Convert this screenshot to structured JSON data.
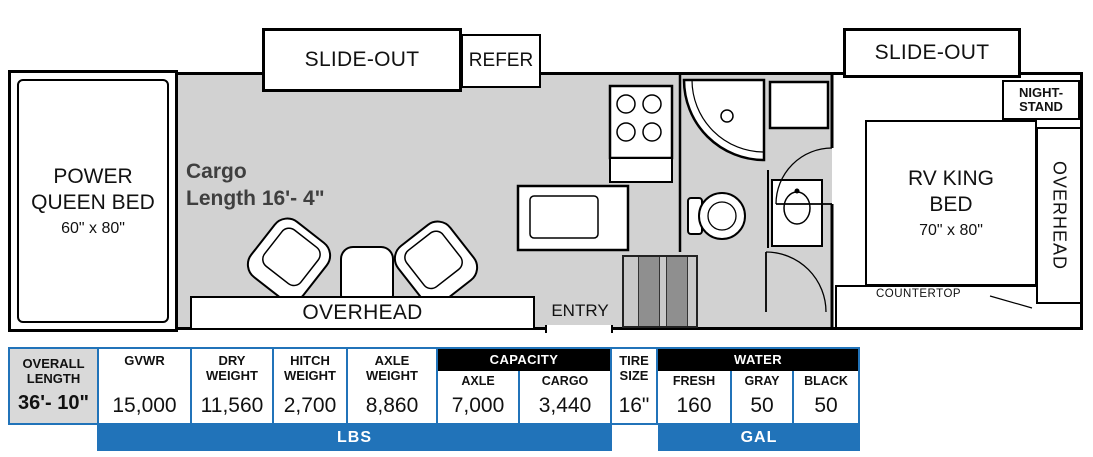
{
  "colors": {
    "accent_blue": "#2173b9",
    "floor_gray": "#d2d2d2",
    "steps_dark": "#8f8f8f",
    "header_black": "#000000"
  },
  "floorplan": {
    "power_queen_bed": {
      "line1": "POWER",
      "line2": "QUEEN BED",
      "size": "60\" x 80\""
    },
    "cargo_line1": "Cargo",
    "cargo_line2": "Length 16'- 4\"",
    "slide_out_top": "SLIDE-OUT",
    "refer": "REFER",
    "slide_out_right": "SLIDE-OUT",
    "nightstand_line1": "NIGHT-",
    "nightstand_line2": "STAND",
    "rv_king_bed": {
      "line1": "RV KING",
      "line2": "BED",
      "size": "70\" x 80\""
    },
    "overhead_right": "OVERHEAD",
    "countertop": "COUNTERTOP",
    "overhead_bottom": "OVERHEAD",
    "entry": "ENTRY"
  },
  "specs": {
    "overall": {
      "label_line1": "OVERALL",
      "label_line2": "LENGTH",
      "value": "36'- 10\""
    },
    "columns": [
      {
        "label": "GVWR",
        "value": "15,000"
      },
      {
        "label": "DRY WEIGHT",
        "value": "11,560"
      },
      {
        "label": "HITCH WEIGHT",
        "value": "2,700"
      },
      {
        "label": "AXLE WEIGHT",
        "value": "8,860"
      }
    ],
    "capacity": {
      "header": "CAPACITY",
      "cols": [
        {
          "label": "AXLE",
          "value": "7,000"
        },
        {
          "label": "CARGO",
          "value": "3,440"
        }
      ]
    },
    "tire": {
      "label": "TIRE SIZE",
      "value": "16\""
    },
    "water": {
      "header": "WATER",
      "cols": [
        {
          "label": "FRESH",
          "value": "160"
        },
        {
          "label": "GRAY",
          "value": "50"
        },
        {
          "label": "BLACK",
          "value": "50"
        }
      ]
    },
    "units": {
      "lbs": "LBS",
      "gal": "GAL"
    }
  }
}
